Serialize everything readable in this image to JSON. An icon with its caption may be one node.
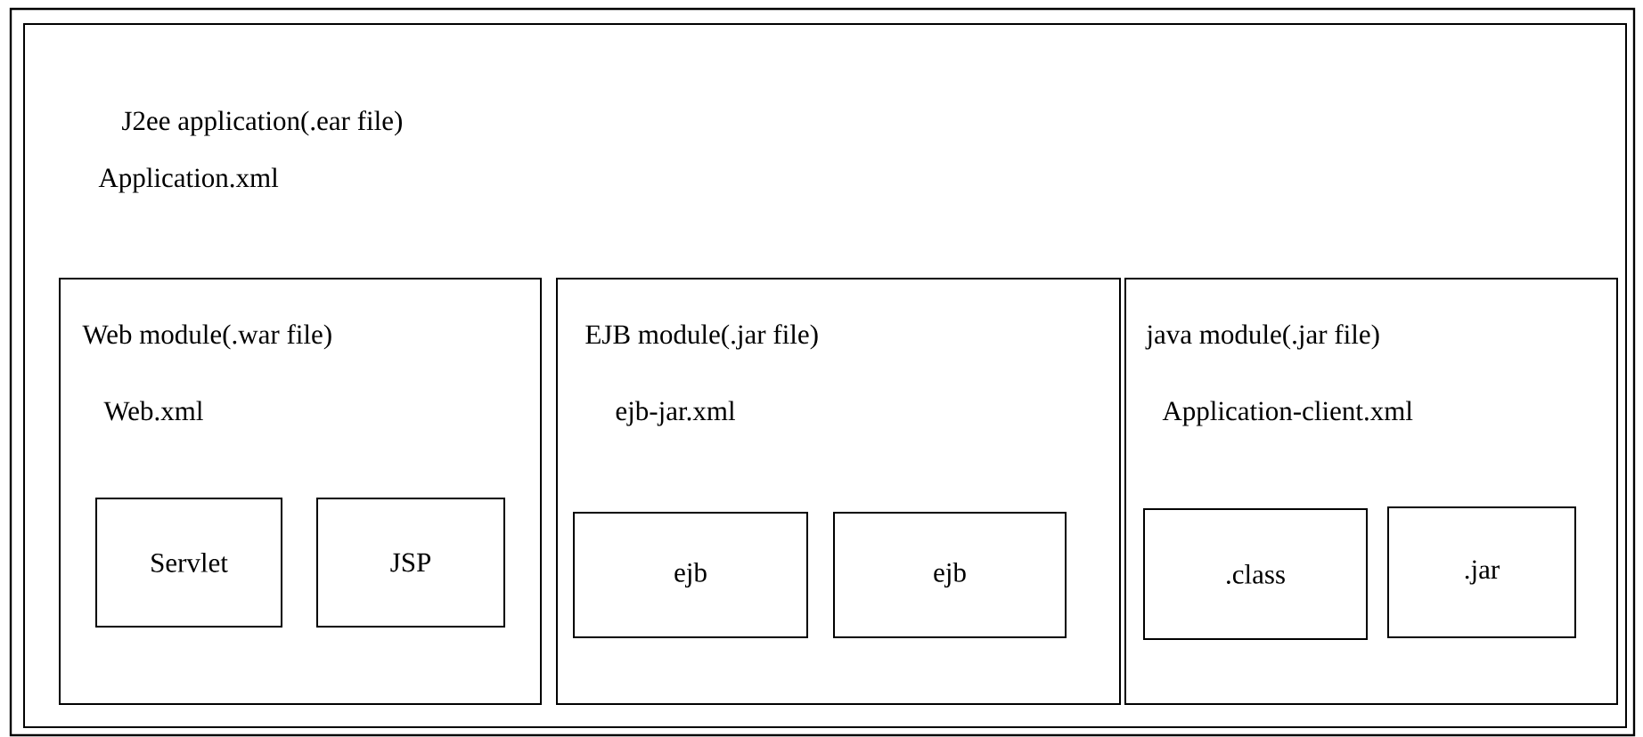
{
  "diagram": {
    "nodes": [
      {
        "text": [
          "J2ee application(.ear file)",
          "Application.xml"
        ]
      },
      {
        "text": [
          "Web module(.war file)",
          "Web.xml"
        ],
        "in": 0
      },
      {
        "text": [
          "Servlet"
        ],
        "in": 1
      },
      {
        "text": [
          "JSP"
        ],
        "in": 1
      },
      {
        "text": [
          "EJB module(.jar file)",
          "ejb-jar.xml"
        ],
        "in": 0
      },
      {
        "text": [
          "ejb"
        ],
        "in": 4
      },
      {
        "text": [
          "ejb"
        ],
        "in": 4
      },
      {
        "text": [
          "java module(.jar file)",
          "Application-client.xml"
        ],
        "in": 0
      },
      {
        "text": [
          ".class"
        ],
        "in": 7
      },
      {
        "text": [
          ".jar"
        ],
        "in": 7
      }
    ]
  }
}
